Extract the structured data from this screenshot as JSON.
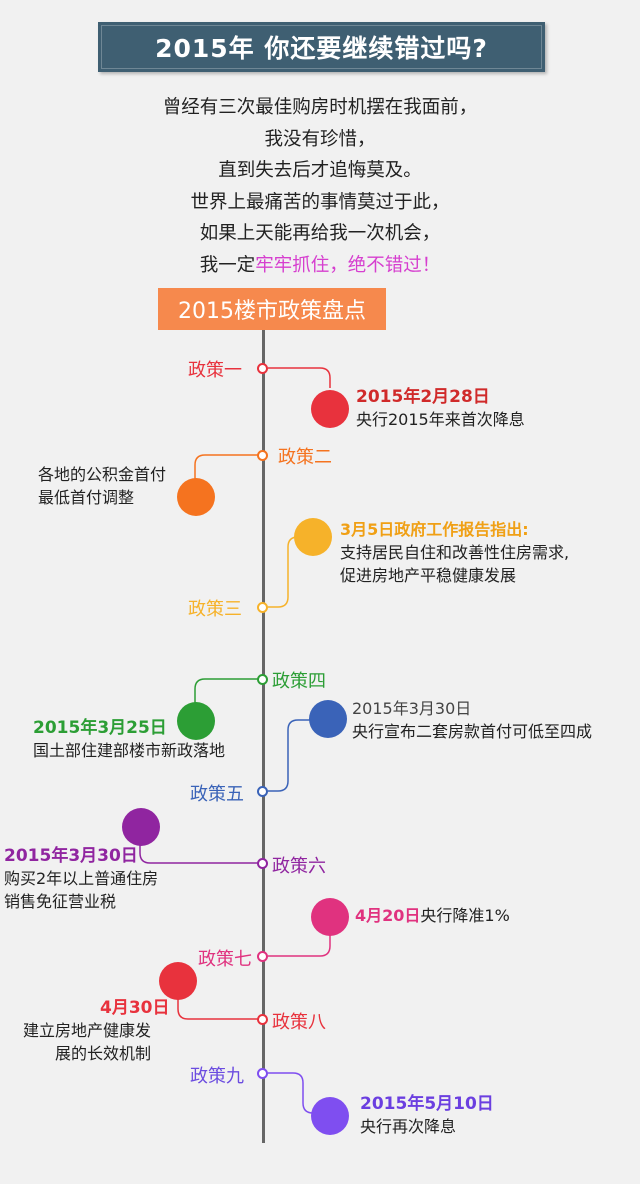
{
  "banner": {
    "title": "2015年 你还要继续错过吗?"
  },
  "intro": {
    "lines": [
      "曾经有三次最佳购房时机摆在我面前，",
      "我没有珍惜，",
      "直到失去后才追悔莫及。",
      "世界上最痛苦的事情莫过于此，",
      "如果上天能再给我一次机会，"
    ],
    "last_prefix": "我一定",
    "last_highlight": "牢牢抓住，绝不错过！"
  },
  "timeline_title": "2015楼市政策盘点",
  "colors": {
    "red": "#e8323d",
    "orange": "#f5731f",
    "yellow": "#f6b22a",
    "green": "#2c9e35",
    "blue": "#3a63b8",
    "purple": "#9025a0",
    "pink": "#e0327f",
    "violet": "#7f4ef0",
    "highlight": "#d63fcf"
  },
  "policies": [
    {
      "label": "政策一",
      "date": "2015年2月28日",
      "desc": [
        "央行2015年来首次降息"
      ]
    },
    {
      "label": "政策二",
      "date": "",
      "desc": [
        "各地的公积金首付",
        "最低首付调整"
      ]
    },
    {
      "label": "政策三",
      "date": "3月5日政府工作报告指出:",
      "desc": [
        "支持居民自住和改善性住房需求,",
        "促进房地产平稳健康发展"
      ]
    },
    {
      "label": "政策四",
      "date": "2015年3月25日",
      "desc": [
        "国土部住建部楼市新政落地"
      ]
    },
    {
      "label": "政策五",
      "date": "2015年3月30日",
      "desc": [
        "央行宣布二套房款首付可低至四成"
      ]
    },
    {
      "label": "政策六",
      "date": "2015年3月30日",
      "desc": [
        "购买2年以上普通住房",
        "销售免征营业税"
      ]
    },
    {
      "label": "政策七",
      "date": "4月20日",
      "desc": [
        "央行降准1%"
      ]
    },
    {
      "label": "政策八",
      "date": "4月30日",
      "desc": [
        "建立房地产健康发",
        "展的长效机制"
      ]
    },
    {
      "label": "政策九",
      "date": "2015年5月10日",
      "desc": [
        "央行再次降息"
      ]
    }
  ]
}
